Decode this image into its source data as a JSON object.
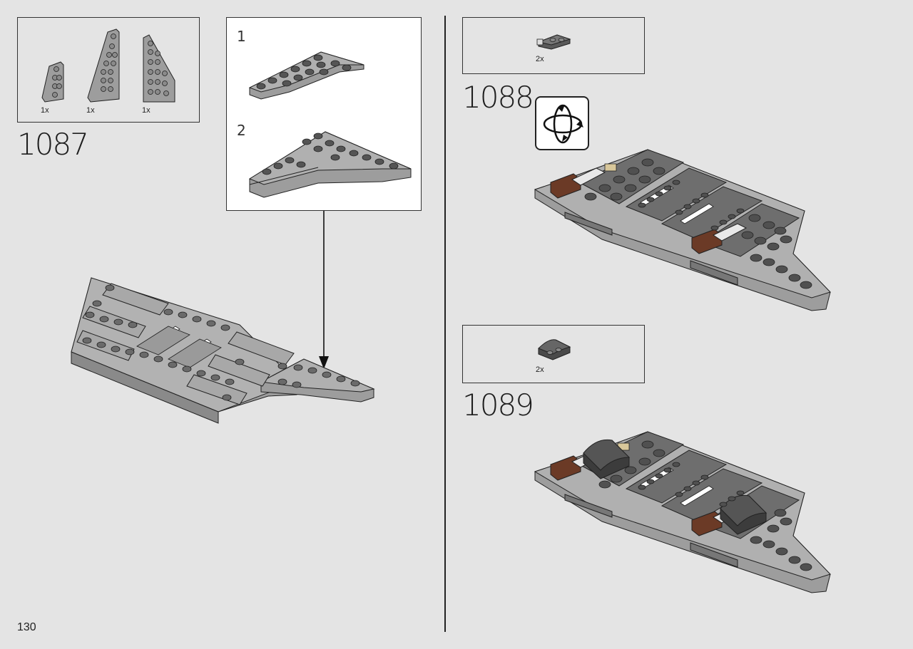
{
  "page": {
    "number": "130"
  },
  "steps": [
    {
      "number": "1087",
      "parts": [
        {
          "qty": "1x"
        },
        {
          "qty": "1x"
        },
        {
          "qty": "1x"
        }
      ],
      "substeps": [
        {
          "number": "1"
        },
        {
          "number": "2"
        }
      ]
    },
    {
      "number": "1088",
      "parts": [
        {
          "qty": "2x"
        }
      ],
      "icon": "rotate-model-icon"
    },
    {
      "number": "1089",
      "parts": [
        {
          "qty": "2x"
        }
      ]
    }
  ],
  "colors": {
    "brick_gray": "#9d9d9d",
    "stud_dark": "#4a4a4a",
    "dark_gray_brick": "#5a5a5a",
    "reddish_brown": "#6b3a26",
    "tan": "#d8c79a",
    "outline": "#222222"
  }
}
